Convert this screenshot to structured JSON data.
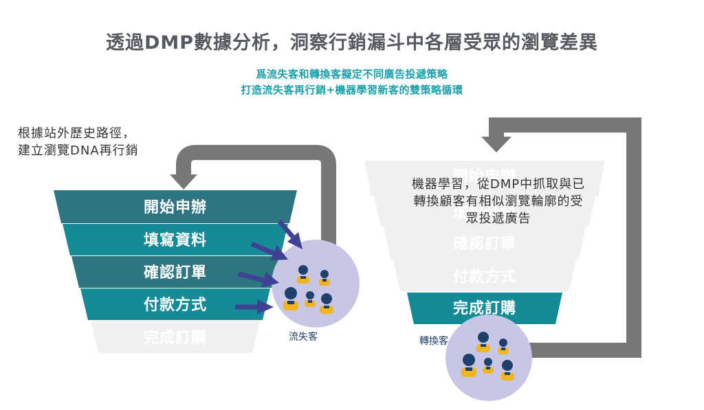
{
  "title": "透過DMP數據分析，洞察行銷漏斗中各層受眾的瀏覽差異",
  "subtitle_lines": [
    "爲流失客和轉換客擬定不同廣告投遞策略",
    "打造流失客再行銷+機器學習新客的雙策略循環"
  ],
  "left_note_lines": [
    "根據站外歷史路徑，",
    "建立瀏覽DNA再行銷"
  ],
  "right_note_lines": [
    "機器學習，從DMP中抓取與已",
    "轉換顧客有相似瀏覽輪廓的受",
    "眾投遞廣告"
  ],
  "left_funnel": {
    "stages": [
      "開始申辦",
      "填寫資料",
      "確認訂單",
      "付款方式",
      "完成訂購"
    ]
  },
  "right_funnel": {
    "stages": [
      "開始申辦",
      "填寫資料",
      "確認訂單",
      "付款方式",
      "完成訂購"
    ]
  },
  "lost_label": "流失客",
  "converted_label": "轉換客",
  "colors": {
    "teal_dark": "#2e7582",
    "teal": "#168b98",
    "faded": "#f0f0f0",
    "faded_text": "#ffffff",
    "arrow_gray": "#777777",
    "navy_arrow": "#3f4193",
    "circle": "#c6c7e6",
    "person_head": "#1f3f6d",
    "person_body": "#f2b51f"
  }
}
